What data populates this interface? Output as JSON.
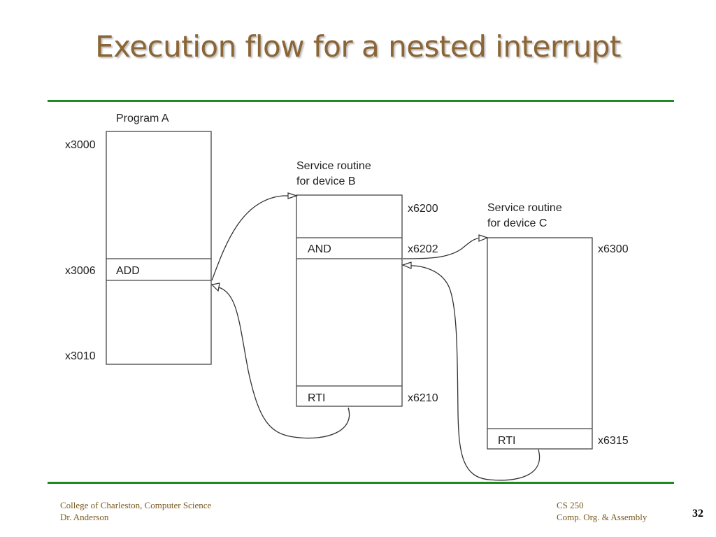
{
  "slide": {
    "title": "Execution flow for a nested interrupt",
    "page_number": "32"
  },
  "diagram": {
    "program_a": {
      "title": "Program A",
      "addresses": [
        "x3000",
        "x3006",
        "x3010"
      ],
      "instruction": "ADD"
    },
    "device_b": {
      "title_line1": "Service routine",
      "title_line2": "for device B",
      "addresses": [
        "x6200",
        "x6202",
        "x6210"
      ],
      "instructions": [
        "AND",
        "RTI"
      ]
    },
    "device_c": {
      "title_line1": "Service routine",
      "title_line2": "for device C",
      "addresses": [
        "x6300",
        "x6315"
      ],
      "instruction": "RTI"
    }
  },
  "footer": {
    "left_line1": "College of Charleston, Computer Science",
    "left_line2": "Dr. Anderson",
    "right_line1": "CS 250",
    "right_line2": "Comp. Org. & Assembly"
  }
}
